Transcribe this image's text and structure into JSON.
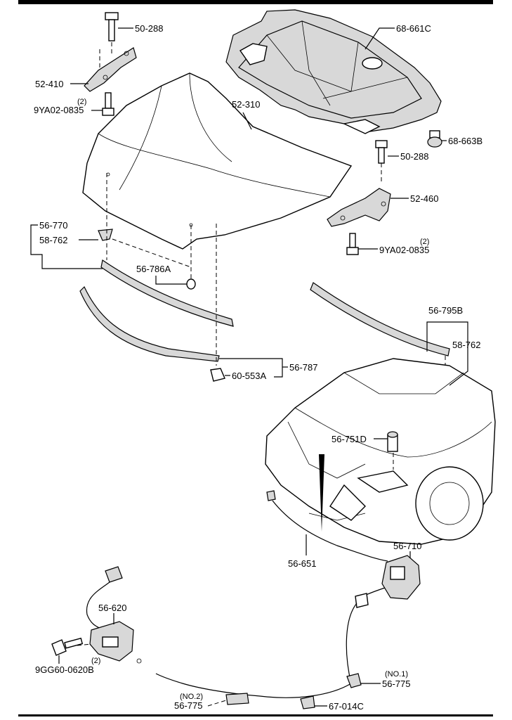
{
  "labels": {
    "p50_288_top": "50-288",
    "p52_410": "52-410",
    "p9ya02_qty_top": "(2)",
    "p9ya02_top": "9YA02-0835",
    "p68_661c": "68-661C",
    "p52_310": "52-310",
    "p68_663b": "68-663B",
    "p50_288_right": "50-288",
    "p52_460": "52-460",
    "p9ya02_qty_right": "(2)",
    "p9ya02_right": "9YA02-0835",
    "p56_770": "56-770",
    "p58_762_left": "58-762",
    "p56_786a": "56-786A",
    "p56_795b": "56-795B",
    "p58_762_right": "58-762",
    "p56_787": "56-787",
    "p60_553a": "60-553A",
    "p56_751d": "56-751D",
    "p56_651": "56-651",
    "p56_710": "56-710",
    "p56_620": "56-620",
    "p9gg60_qty": "(2)",
    "p9gg60": "9GG60-0620B",
    "no1": "(NO.1)",
    "p56_775_right": "56-775",
    "no2": "(NO.2)",
    "p56_775_left": "56-775",
    "p67_014c": "67-014C"
  }
}
